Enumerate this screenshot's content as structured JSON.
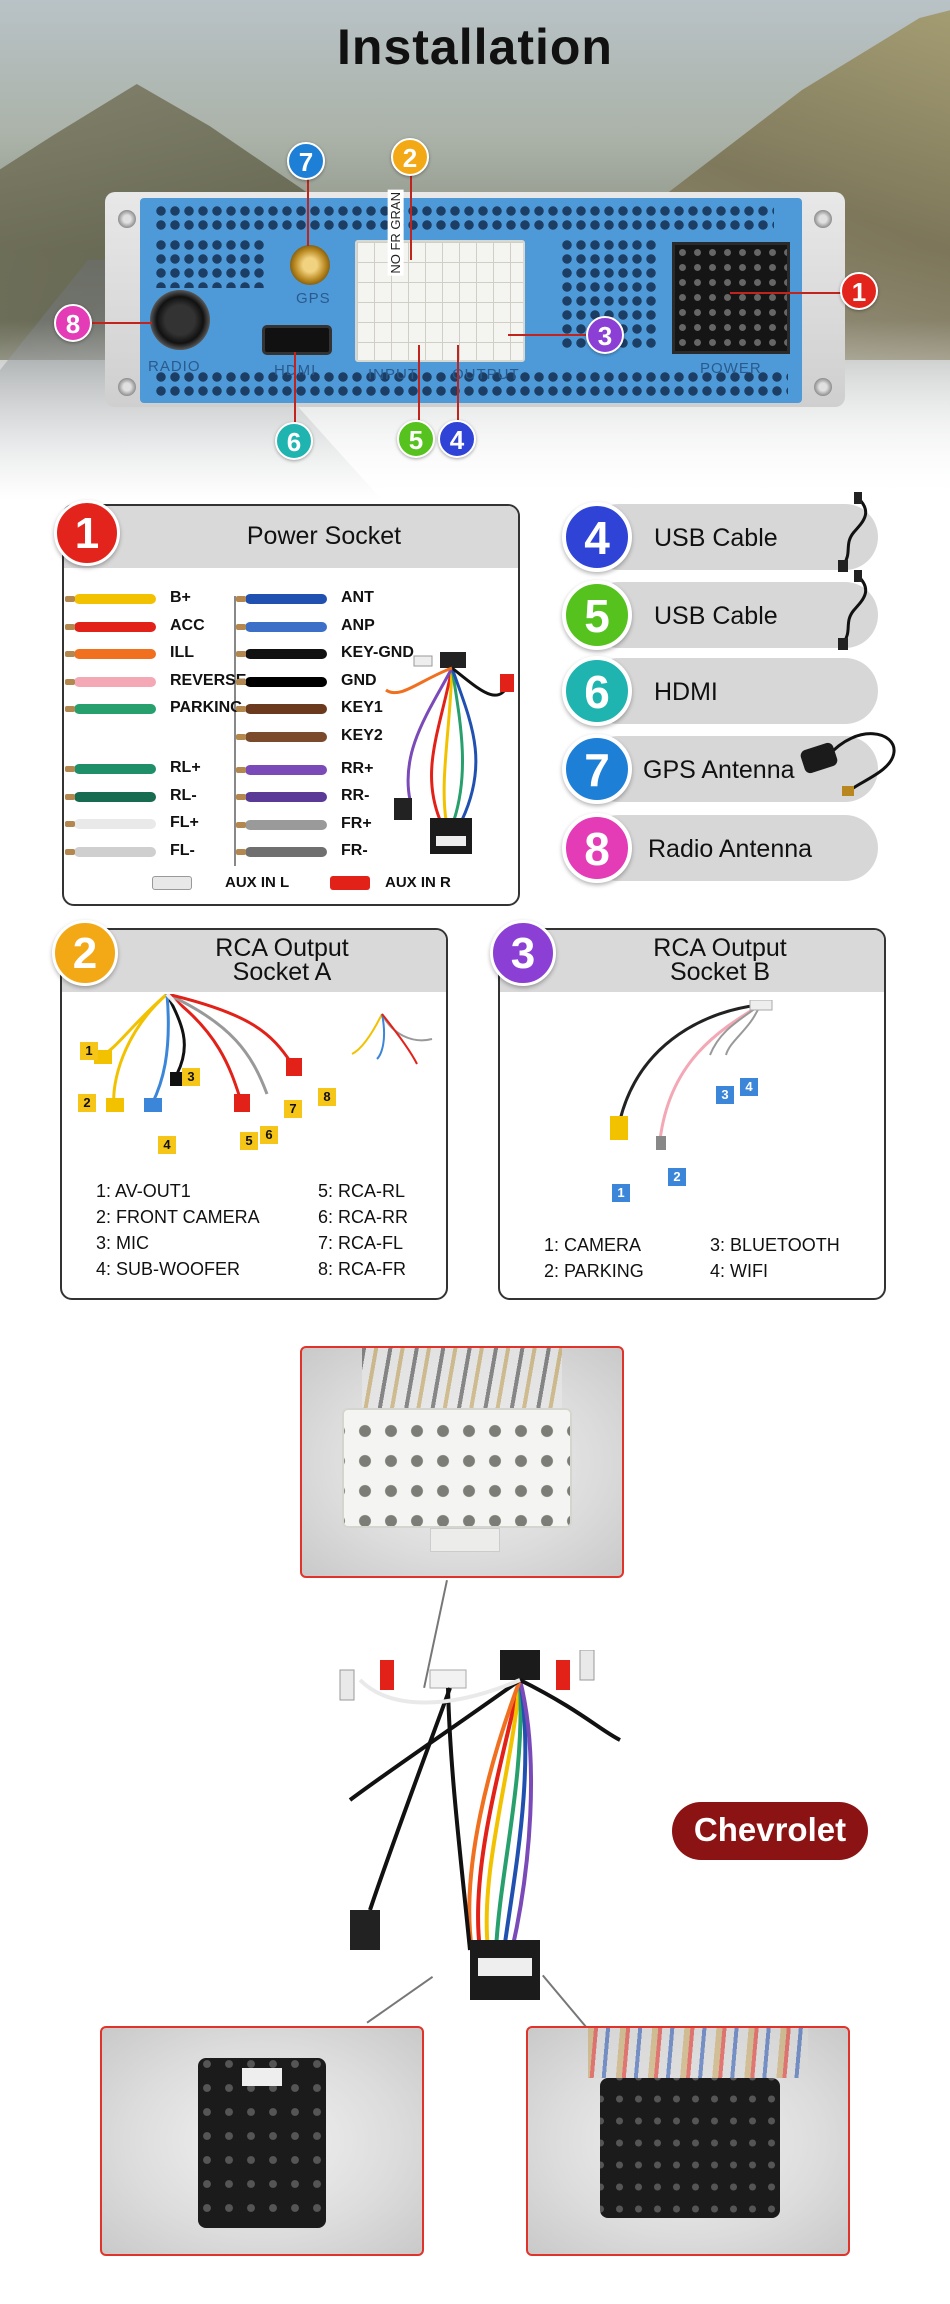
{
  "header": {
    "title": "Installation"
  },
  "device": {
    "labels": {
      "radio": "RADIO",
      "hdmi": "HDMI",
      "gps": "GPS",
      "input": "INPUT",
      "output": "OUTPUT",
      "power": "POWER",
      "socket_label": "NO FR GRAN"
    },
    "badges": [
      "1",
      "2",
      "3",
      "4",
      "5",
      "6",
      "7",
      "8"
    ]
  },
  "power_socket": {
    "number": "1",
    "title": "Power Socket",
    "left_wires": [
      {
        "label": "B+",
        "color": "#f2c200"
      },
      {
        "label": "ACC",
        "color": "#e22119"
      },
      {
        "label": "ILL",
        "color": "#f07020"
      },
      {
        "label": "REVERSE",
        "color": "#f4a7b4"
      },
      {
        "label": "PARKING",
        "color": "#27a06e"
      },
      {
        "label": "RL+",
        "color": "#1f8f6a"
      },
      {
        "label": "RL-",
        "color": "#166b50"
      },
      {
        "label": "FL+",
        "color": "#e9e9e9"
      },
      {
        "label": "FL-",
        "color": "#cfcfcf"
      }
    ],
    "right_wires": [
      {
        "label": "ANT",
        "color": "#2050b0"
      },
      {
        "label": "ANP",
        "color": "#3b6fc8"
      },
      {
        "label": "KEY-GND",
        "color": "#111111"
      },
      {
        "label": "GND",
        "color": "#000000"
      },
      {
        "label": "KEY1",
        "color": "#6b3a1e"
      },
      {
        "label": "KEY2",
        "color": "#7a4a2a"
      },
      {
        "label": "RR+",
        "color": "#7a4ab8"
      },
      {
        "label": "RR-",
        "color": "#5a3a96"
      },
      {
        "label": "FR+",
        "color": "#9a9a9a"
      },
      {
        "label": "FR-",
        "color": "#6f6f6f"
      }
    ],
    "aux_left": "AUX IN L",
    "aux_right": "AUX IN R"
  },
  "accessories": [
    {
      "number": "4",
      "label": "USB Cable",
      "icon": "usb-cable-icon",
      "color": "#2f44d6"
    },
    {
      "number": "5",
      "label": "USB Cable",
      "icon": "usb-cable-icon",
      "color": "#55c21e"
    },
    {
      "number": "6",
      "label": "HDMI",
      "icon": "",
      "color": "#1fb4b0"
    },
    {
      "number": "7",
      "label": "GPS Antenna",
      "icon": "gps-antenna-icon",
      "color": "#1e7fd6"
    },
    {
      "number": "8",
      "label": "Radio Antenna",
      "icon": "",
      "color": "#e43bb6"
    }
  ],
  "rca_a": {
    "number": "2",
    "title_line1": "RCA Output",
    "title_line2": "Socket A",
    "items_left": [
      "1: AV-OUT1",
      "2: FRONT CAMERA",
      "3: MIC",
      "4: SUB-WOOFER"
    ],
    "items_right": [
      "5: RCA-RL",
      "6: RCA-RR",
      "7: RCA-FL",
      "8: RCA-FR"
    ],
    "tags": [
      "1",
      "2",
      "3",
      "4",
      "5",
      "6",
      "7",
      "8"
    ]
  },
  "rca_b": {
    "number": "3",
    "title_line1": "RCA Output",
    "title_line2": "Socket B",
    "items_left": [
      "1: CAMERA",
      "2: PARKING"
    ],
    "items_right": [
      "3: BLUETOOTH",
      "4: WIFI"
    ],
    "tags": [
      "1",
      "2",
      "3",
      "4"
    ]
  },
  "brand": {
    "label": "Chevrolet"
  }
}
